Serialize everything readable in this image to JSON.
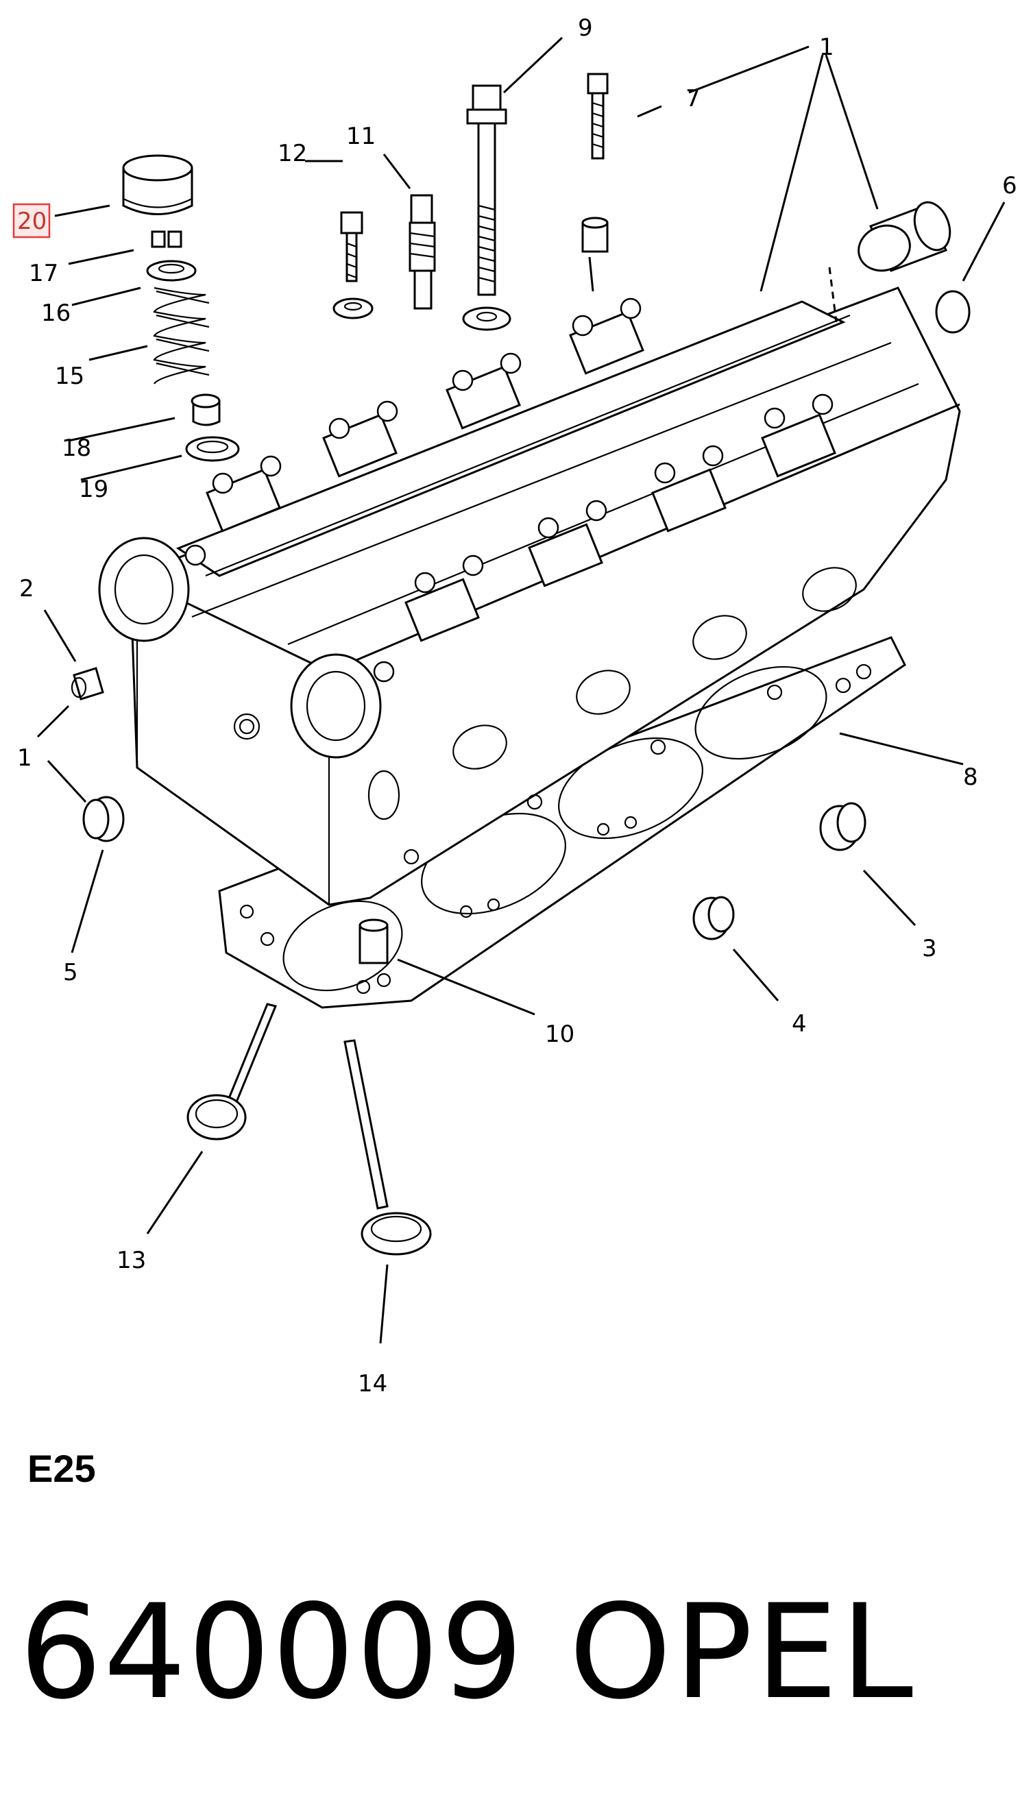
{
  "callouts": {
    "c1a": "1",
    "c1b": "1",
    "c2": "2",
    "c3": "3",
    "c4": "4",
    "c5": "5",
    "c6": "6",
    "c7": "7",
    "c8": "8",
    "c9": "9",
    "c10": "10",
    "c11": "11",
    "c12": "12",
    "c13": "13",
    "c14": "14",
    "c15": "15",
    "c16": "16",
    "c17": "17",
    "c18": "18",
    "c19": "19",
    "c20": "20"
  },
  "diagram_code": "E25",
  "part_number": "640009",
  "brand": "OPEL",
  "highlight_color": "#e23a3a"
}
